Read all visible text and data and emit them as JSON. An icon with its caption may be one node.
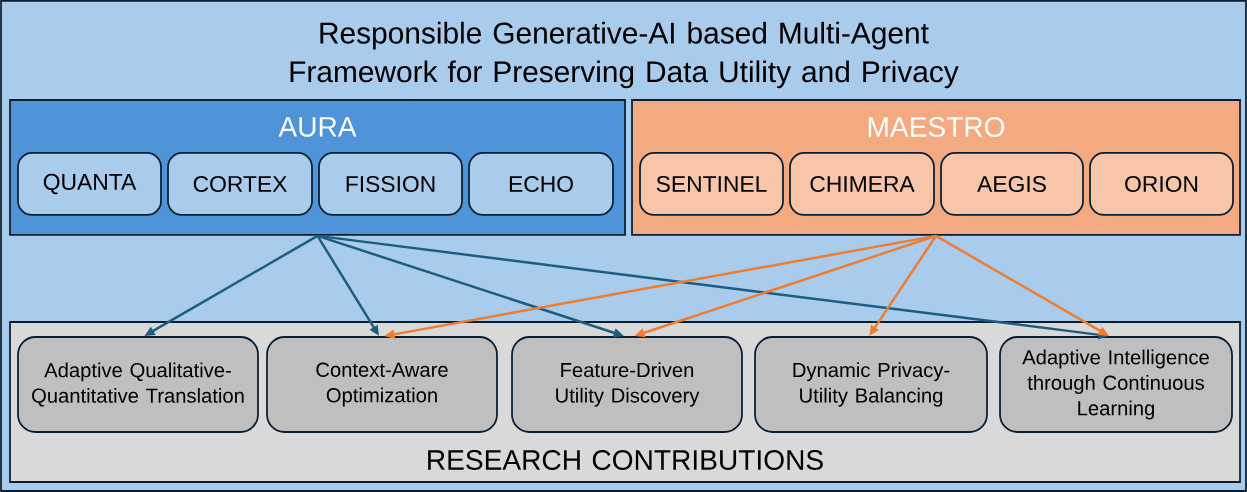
{
  "diagram": {
    "nodes": [
      {
        "text": [
          "Responsible Generative-AI based Multi-Agent Framework for Preserving Data Utility and Privacy"
        ]
      },
      {
        "text": [
          "AURA"
        ],
        "in": 0
      },
      {
        "text": [
          "QUANTA"
        ],
        "in": 1
      },
      {
        "text": [
          "CORTEX"
        ],
        "in": 1
      },
      {
        "text": [
          "FISSION"
        ],
        "in": 1
      },
      {
        "text": [
          "ECHO"
        ],
        "in": 1
      },
      {
        "text": [
          "MAESTRO"
        ],
        "in": 0
      },
      {
        "text": [
          "SENTINEL"
        ],
        "in": 6
      },
      {
        "text": [
          "CHIMERA"
        ],
        "in": 6
      },
      {
        "text": [
          "AEGIS"
        ],
        "in": 6
      },
      {
        "text": [
          "ORION"
        ],
        "in": 6
      },
      {
        "text": [
          "RESEARCH CONTRIBUTIONS"
        ],
        "in": 0
      },
      {
        "text": [
          "Adaptive Qualitative-Quantitative Translation"
        ],
        "in": 11
      },
      {
        "text": [
          "Context-Aware Optimization"
        ],
        "in": 11
      },
      {
        "text": [
          "Feature-Driven Utility Discovery"
        ],
        "in": 11
      },
      {
        "text": [
          "Dynamic Privacy-Utility Balancing"
        ],
        "in": 11
      },
      {
        "text": [
          "Adaptive Intelligence through Continuous Learning"
        ],
        "in": 11
      }
    ],
    "edges": [
      {
        "from": 1,
        "to": 12,
        "arrow": "to",
        "color": "#1b5e80"
      },
      {
        "from": 1,
        "to": 13,
        "arrow": "to",
        "color": "#1b5e80"
      },
      {
        "from": 1,
        "to": 14,
        "arrow": "to",
        "color": "#1b5e80"
      },
      {
        "from": 1,
        "to": 16,
        "arrow": "to",
        "color": "#1b5e80"
      },
      {
        "from": 6,
        "to": 13,
        "arrow": "to",
        "color": "#ed7d31"
      },
      {
        "from": 6,
        "to": 14,
        "arrow": "to",
        "color": "#ed7d31"
      },
      {
        "from": 6,
        "to": 15,
        "arrow": "to",
        "color": "#ed7d31"
      },
      {
        "from": 6,
        "to": 16,
        "arrow": "to",
        "color": "#ed7d31"
      }
    ]
  }
}
